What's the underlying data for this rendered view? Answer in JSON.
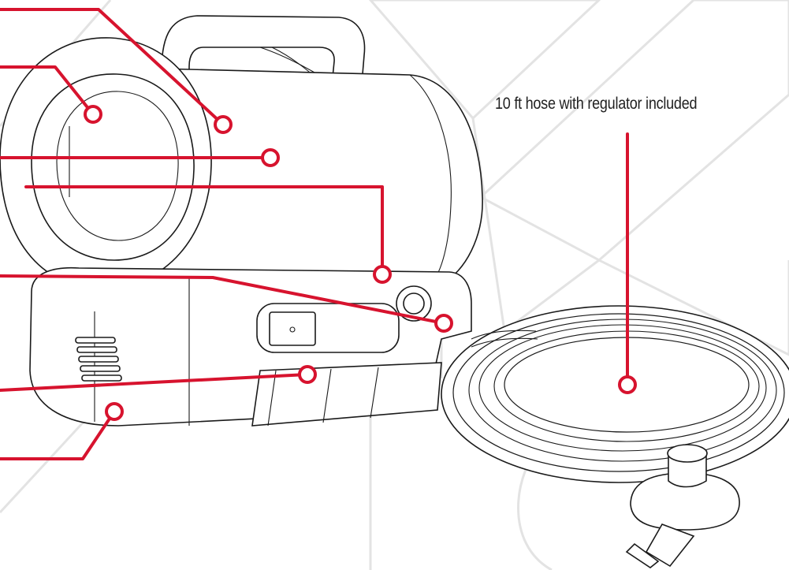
{
  "caption": "10 ft hose with regulator included",
  "colors": {
    "callout": "#d7132e",
    "outline": "#1a1a1a",
    "watermark": "#e3e3e3"
  },
  "icons": [
    "portable-heater-illustration",
    "coiled-hose-illustration",
    "regulator-illustration"
  ]
}
